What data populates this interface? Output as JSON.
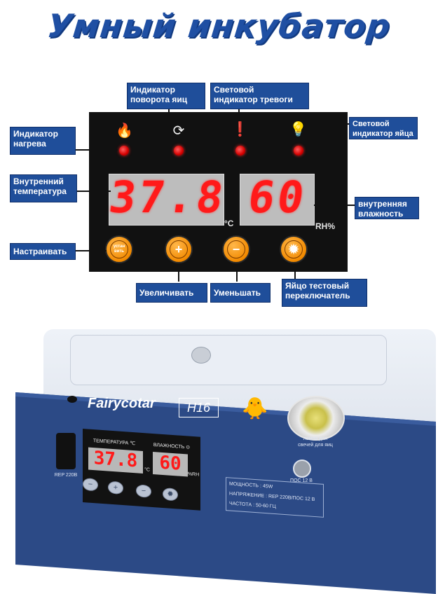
{
  "title": "Умный инкубатор",
  "callouts": {
    "turn_indicator": "Индикатор\nповорота яиц",
    "alarm_indicator": "Световой\nиндикатор тревоги",
    "egg_light_indicator": "Световой\nиндикатор яйца",
    "heat_indicator": "Индикатор\nнагрева",
    "internal_temp": "Внутренний\nтемпература",
    "internal_humidity": "внутренняя\nвлажность",
    "setup": "Настраивать",
    "increase": "Увеличивать",
    "decrease": "Уменьшать",
    "egg_test_switch": "Яйцо тестовый\nпереключатель"
  },
  "display": {
    "temperature": "37.8",
    "temp_unit": "°C",
    "humidity": "60",
    "humidity_unit": "RH%"
  },
  "buttons": {
    "setup_label": "устан\nвить",
    "plus": "+",
    "minus": "−",
    "lamp": "✹"
  },
  "icons": [
    "heat-icon",
    "egg-turn-icon",
    "alarm-icon",
    "egg-light-icon"
  ],
  "device": {
    "brand": "Fairycotar",
    "model": "H16",
    "lamp_label": "лампа для\nсвечей для яиц",
    "mini_temp_label": "ТЕМПЕРАТУРА ℃",
    "mini_hum_label": "ВЛАЖНОСТЬ ⊙",
    "mini_temp": "37.8",
    "mini_temp_unit": "°C",
    "mini_hum": "60",
    "mini_hum_unit": "%RH",
    "switch_label": "REP 220B",
    "socket_label": "ПОС 12 В",
    "spec_power": "МОЩНОСТЬ :   45W",
    "spec_voltage": "НАПРЯЖЕНИЕ :   REP 220В/ПОС 12 В",
    "spec_freq": "ЧАСТОТА :   50-60 ГЦ"
  },
  "colors": {
    "callout_bg": "#1f4e9a",
    "title": "#1f4fa3",
    "digits": "#ff1a1a",
    "button": "#f28a00"
  }
}
